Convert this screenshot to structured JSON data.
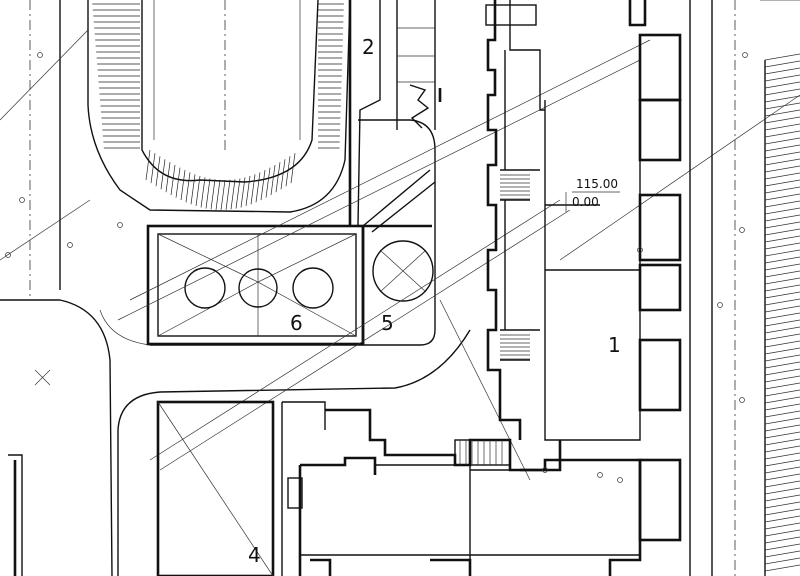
{
  "labels": {
    "zone_1": "1",
    "zone_2": "2",
    "zone_4": "4",
    "zone_5": "5",
    "zone_6": "6",
    "elevation_abs": "115.00",
    "elevation_rel": "0.00"
  }
}
